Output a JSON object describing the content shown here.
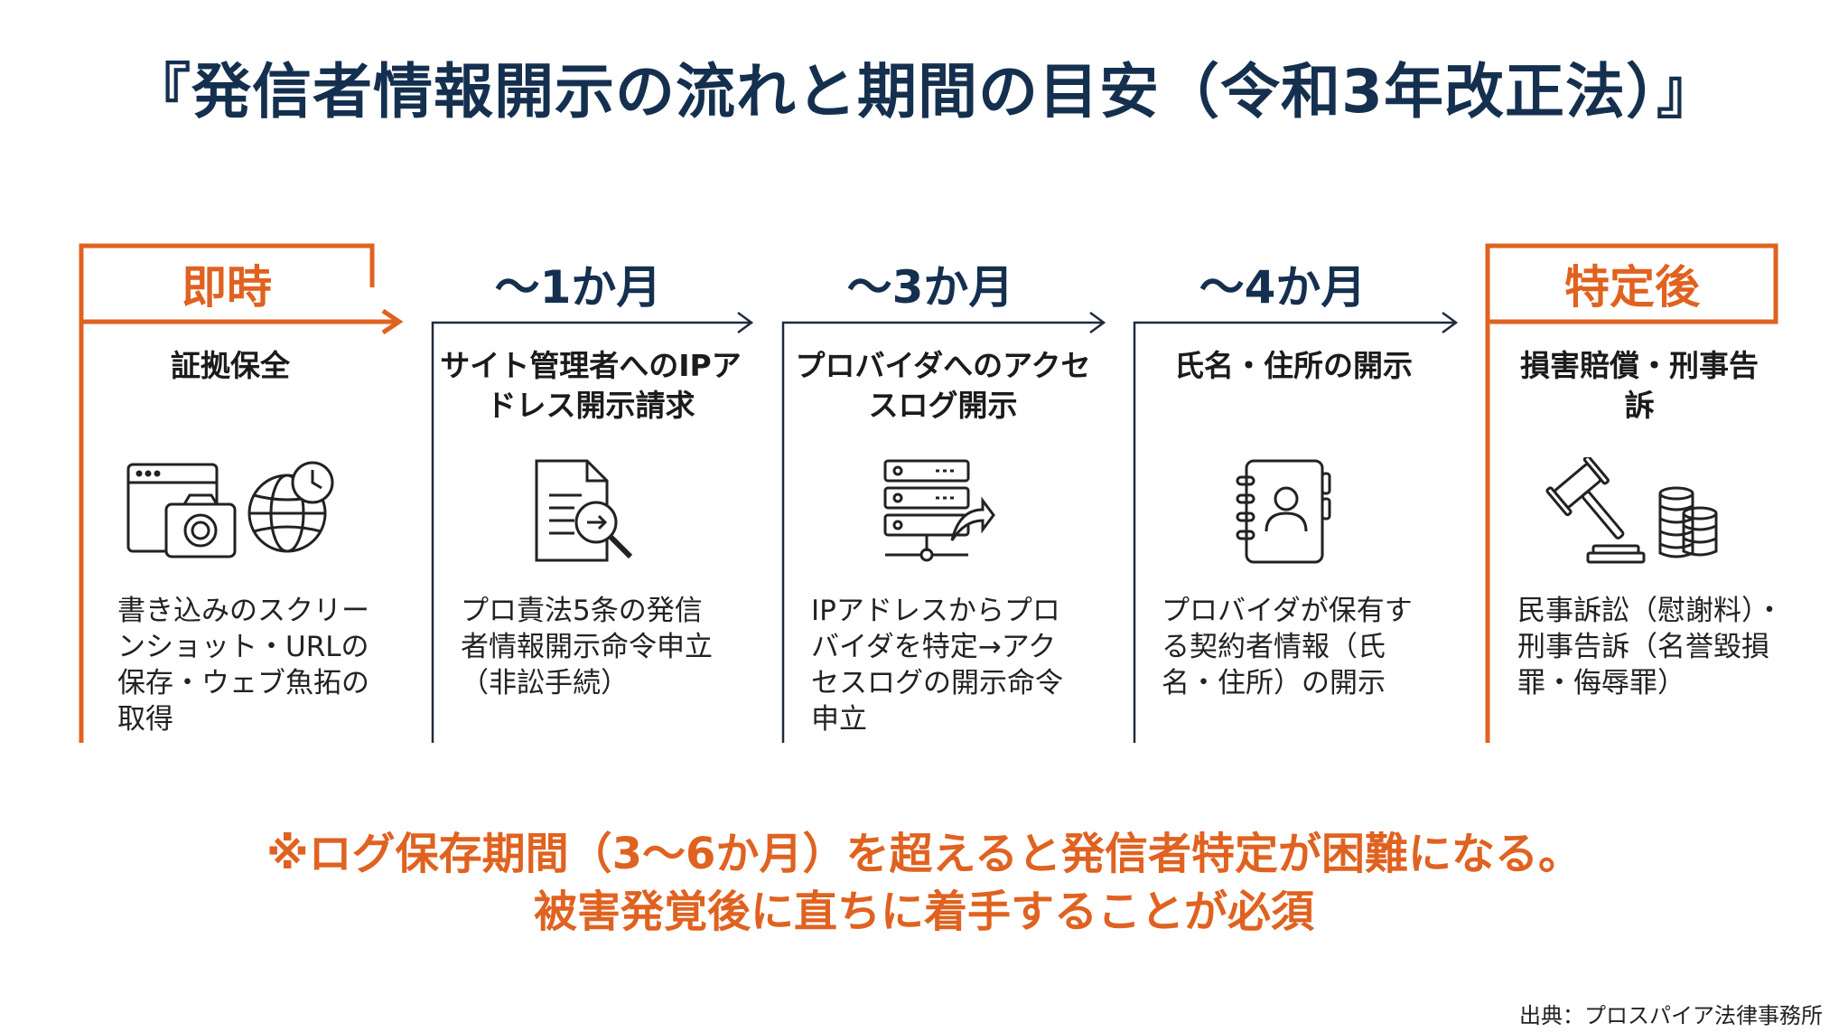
{
  "title": "『発信者情報開示の流れと期間の目安（令和3年改正法）』",
  "steps": [
    {
      "period": "即時",
      "title": "証拠保全",
      "description": "書き込みのスクリーンショット・URLの保存・ウェブ魚拓の取得",
      "icon": "browser-camera-globe-clock-icon"
    },
    {
      "period": "～1か月",
      "title": "サイト管理者へのIPアドレス開示請求",
      "description": "プロ責法5条の発信者情報開示命令申立（非訟手続）",
      "icon": "document-search-icon"
    },
    {
      "period": "～3か月",
      "title": "プロバイダへのアクセスログ開示",
      "description": "IPアドレスからプロバイダを特定→アクセスログの開示命令申立",
      "icon": "server-share-icon"
    },
    {
      "period": "～4か月",
      "title": "氏名・住所の開示",
      "description": "プロバイダが保有する契約者情報（氏名・住所）の開示",
      "icon": "contact-book-icon"
    },
    {
      "period": "特定後",
      "title": "損害賠償・刑事告訴",
      "description": "民事訴訟（慰謝料）・刑事告訴（名誉毀損罪・侮辱罪）",
      "icon": "gavel-coins-icon"
    }
  ],
  "warning_line1": "※ログ保存期間（3～6か月）を超えると発信者特定が困難になる。",
  "warning_line2": "被害発覚後に直ちに着手することが必須",
  "source": "出典：プロスパイア法律事務所",
  "colors": {
    "accent": "#e06220",
    "navy": "#15304f",
    "line": "#1e2b3a"
  }
}
